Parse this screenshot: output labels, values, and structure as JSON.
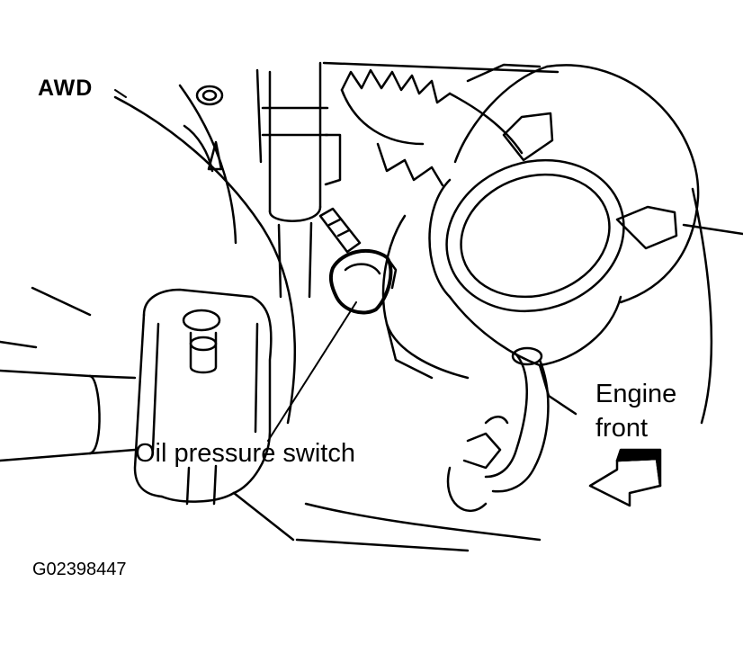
{
  "labels": {
    "awd": "AWD",
    "oil_pressure_switch": "Oil pressure switch",
    "engine_front_line1": "Engine",
    "engine_front_line2": "front",
    "figure_id": "G02398447"
  },
  "icons": {
    "direction_arrow": "engine-front-arrow-icon"
  },
  "colors": {
    "ink": "#000000",
    "paper": "#ffffff"
  }
}
